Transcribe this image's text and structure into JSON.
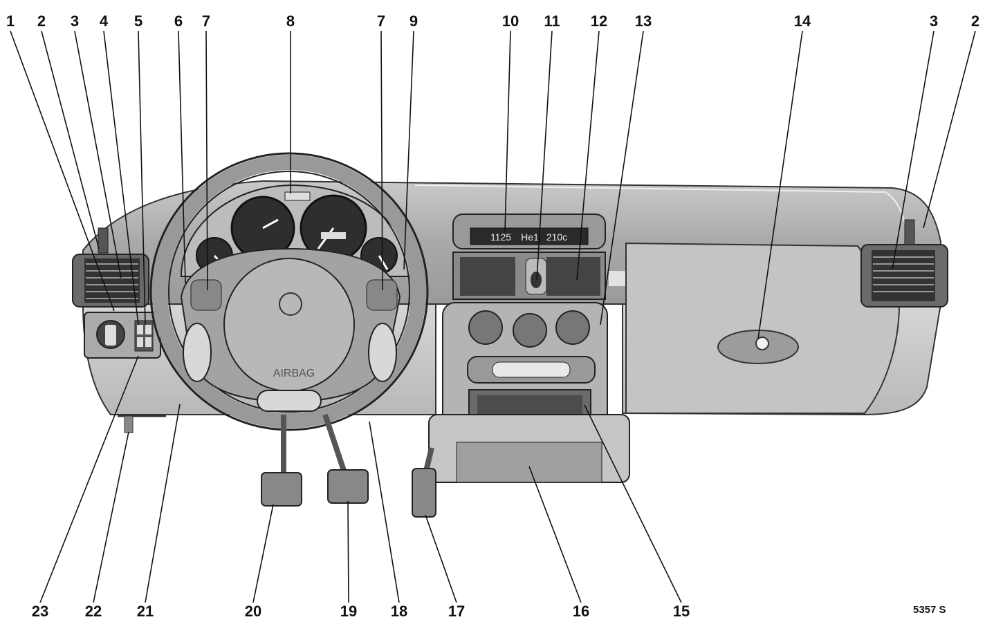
{
  "top_labels": [
    "1",
    "2",
    "3",
    "4",
    "5",
    "6",
    "7",
    "8",
    "7",
    "9",
    "10",
    "11",
    "12",
    "13",
    "14",
    "3",
    "2"
  ],
  "bottom_labels": [
    "23",
    "22",
    "21",
    "20",
    "19",
    "18",
    "17",
    "16",
    "15"
  ],
  "clock_display": "1125",
  "radio_display": "He1",
  "temp_display": "210c",
  "airbag_text": "AIRBAG",
  "figure_code": "5357 S"
}
